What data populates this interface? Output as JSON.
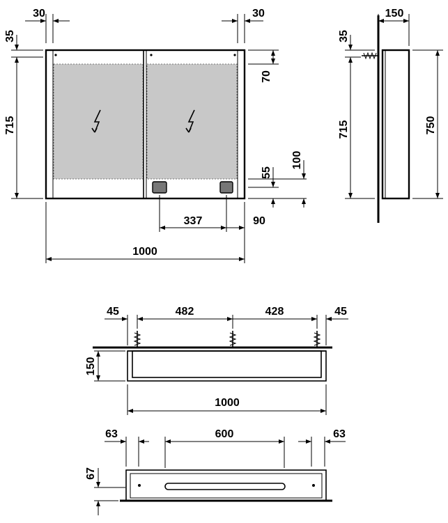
{
  "front_view": {
    "dims": {
      "side_left": "30",
      "side_right": "30",
      "top_offset": "35",
      "mirror_height": "715",
      "top_band": "70",
      "bottom_gap": "55",
      "bottom_band": "100",
      "socket_spacing": "337",
      "socket_offset": "90",
      "width": "1000"
    }
  },
  "side_view": {
    "dims": {
      "depth": "150",
      "top_offset": "35",
      "height": "715",
      "total_height": "750"
    }
  },
  "top_view": {
    "dims": {
      "left_offset": "45",
      "span_left": "482",
      "span_right": "428",
      "right_offset": "45",
      "depth": "150",
      "width": "1000"
    }
  },
  "bottom_view": {
    "dims": {
      "left_offset": "63",
      "light_length": "600",
      "right_offset": "63",
      "edge_offset": "67"
    }
  },
  "icons": [
    "lightning-icon",
    "socket-icon",
    "wall-anchor-icon"
  ]
}
